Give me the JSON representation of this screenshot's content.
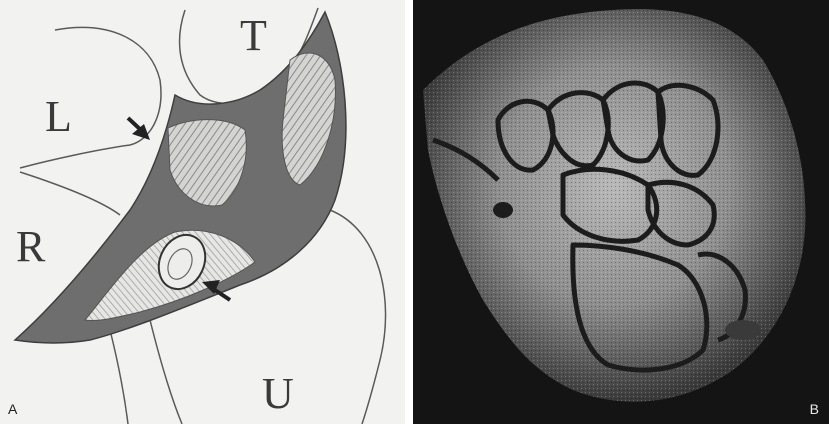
{
  "figure": {
    "panel_a": {
      "label": "A",
      "structure_labels": {
        "l": "L",
        "t": "T",
        "r": "R",
        "u": "U"
      }
    },
    "panel_b": {
      "label": "B"
    }
  },
  "colors": {
    "panel_a_background": "#f2f2f0",
    "ligament_fill": "#6e6e6e",
    "hatched_region": "#c9c9c9",
    "panel_b_background": "#141414",
    "bone_tone": "#9a9a9a"
  }
}
